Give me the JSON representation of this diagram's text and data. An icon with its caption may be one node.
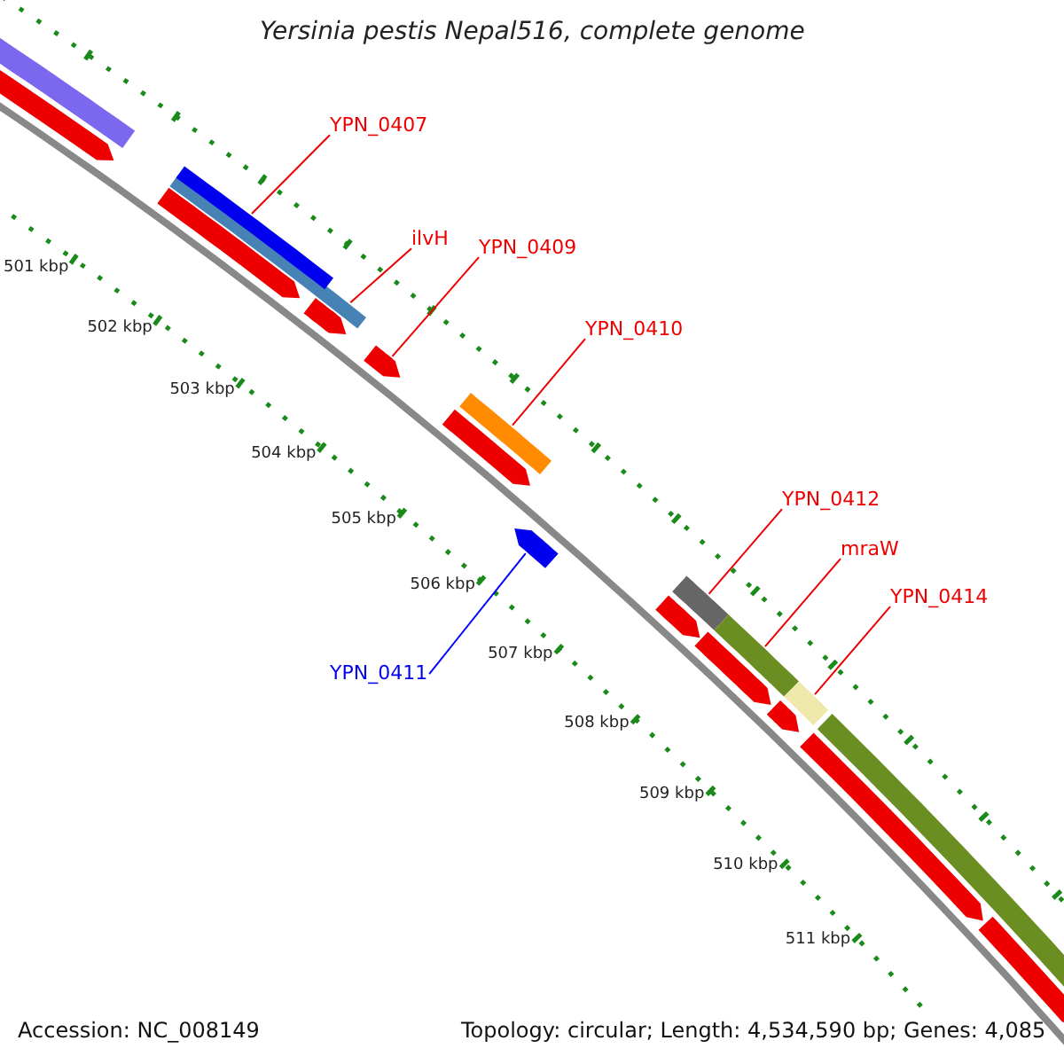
{
  "diagram": {
    "title": "Yersinia pestis Nepal516, complete genome",
    "nodes": [
      {
        "text": [
          "YPN_0407"
        ]
      },
      {
        "text": [],
        "shape": "bar"
      },
      {
        "text": [
          "ilvH"
        ]
      },
      {
        "text": [],
        "shape": "bar"
      },
      {
        "text": [
          "YPN_0409"
        ]
      },
      {
        "text": [],
        "shape": "arrow"
      },
      {
        "text": [
          "YPN_0410"
        ]
      },
      {
        "text": [],
        "shape": "bar"
      },
      {
        "text": [
          "YPN_0411"
        ]
      },
      {
        "text": [],
        "shape": "arrow"
      },
      {
        "text": [
          "YPN_0412"
        ]
      },
      {
        "text": [],
        "shape": "bar"
      },
      {
        "text": [
          "mraW"
        ]
      },
      {
        "text": [],
        "shape": "bar"
      },
      {
        "text": [
          "YPN_0414"
        ]
      },
      {
        "text": [],
        "shape": "bar"
      },
      {
        "text": [],
        "shape": "bar"
      },
      {
        "text": [],
        "shape": "arrow"
      },
      {
        "text": [],
        "shape": "arrow"
      },
      {
        "text": [],
        "shape": "arrow"
      },
      {
        "text": [],
        "shape": "arrow"
      },
      {
        "text": [],
        "shape": "arrow"
      },
      {
        "text": [],
        "shape": "arrow"
      },
      {
        "text": [],
        "shape": "arrow"
      },
      {
        "text": [],
        "shape": "arrow"
      },
      {
        "text": [],
        "shape": "arrow"
      },
      {
        "text": [],
        "shape": "bar"
      }
    ],
    "edges": [
      {
        "from": 0,
        "to": 1,
        "arrow": "none"
      },
      {
        "from": 2,
        "to": 3,
        "arrow": "none"
      },
      {
        "from": 4,
        "to": 5,
        "arrow": "none"
      },
      {
        "from": 6,
        "to": 7,
        "arrow": "none"
      },
      {
        "from": 8,
        "to": 9,
        "arrow": "none",
        "color": "#0000ff"
      },
      {
        "from": 10,
        "to": 11,
        "arrow": "none"
      },
      {
        "from": 12,
        "to": 13,
        "arrow": "none"
      },
      {
        "from": 14,
        "to": 15,
        "arrow": "none"
      }
    ],
    "labels": [
      "501 kbp",
      "502 kbp",
      "503 kbp",
      "504 kbp",
      "505 kbp",
      "506 kbp",
      "507 kbp",
      "508 kbp",
      "509 kbp",
      "510 kbp",
      "511 kbp",
      "Accession: NC_008149",
      "Topology: circular; Length: 4,534,590 bp; Genes: 4,085"
    ]
  }
}
